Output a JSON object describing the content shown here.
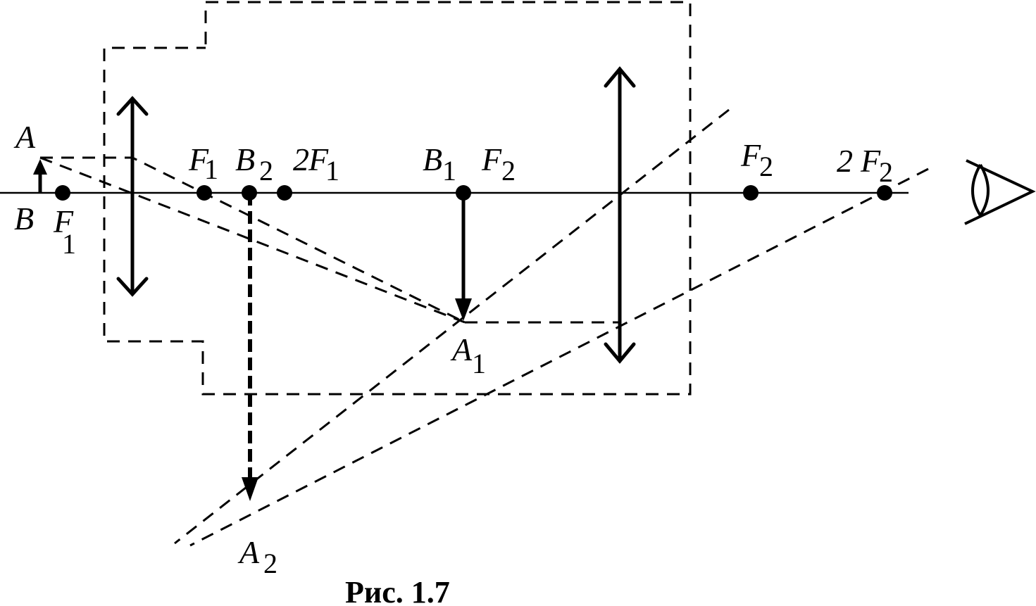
{
  "labels": {
    "A": "A",
    "B": "B",
    "F1_left": "F",
    "F1_left_sub": "1",
    "F1": "F",
    "F1_sub": "1",
    "B2": "B",
    "B2_sub": "2",
    "twoF1_prefix": "2",
    "twoF1": "F",
    "twoF1_sub": "1",
    "B1": "B",
    "B1_sub": "1",
    "F2_mid": "F",
    "F2_mid_sub": "2",
    "F2_right": "F",
    "F2_right_sub": "2",
    "twoF2_prefix": "2",
    "twoF2": "F",
    "twoF2_sub": "2",
    "A1": "A",
    "A1_sub": "1",
    "A2": "A",
    "A2_sub": "2"
  },
  "caption": "Рис. 1.7",
  "icons": {
    "eye": "eye-icon"
  }
}
